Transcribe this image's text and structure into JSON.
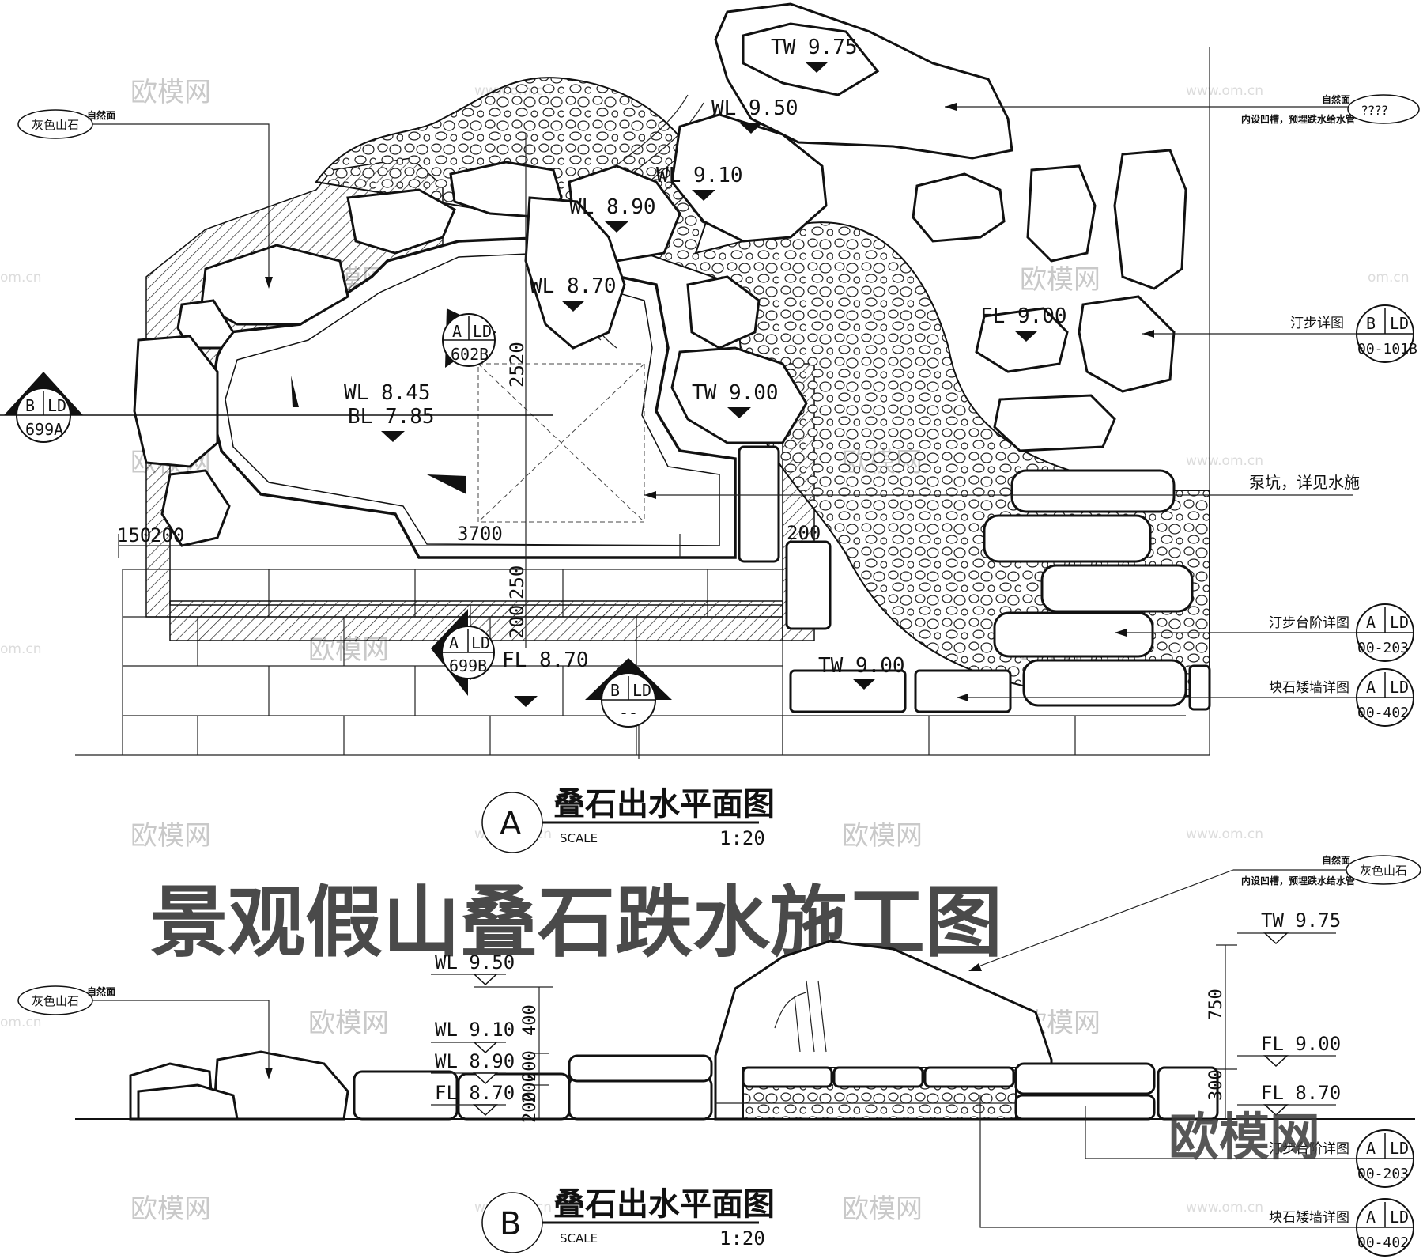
{
  "title": "景观假山叠石跌水施工图",
  "watermark": {
    "brand": "欧模网",
    "url": "www.om.cn",
    "url_short": "om.cn"
  },
  "plan": {
    "view_letter": "A",
    "name": "叠石出水平面图",
    "scale_label": "SCALE",
    "scale": "1:20",
    "levels": {
      "tw_top": "TW 9.75",
      "wl_950": "WL 9.50",
      "wl_910": "WL 9.10",
      "wl_890": "WL 8.90",
      "wl_870": "WL 8.70",
      "wl_845": "WL 8.45",
      "bl_785": "BL 7.85",
      "tw_900_right": "TW 9.00",
      "fl_900": "FL 9.00",
      "fl_870": "FL 8.70",
      "tw_900_bottom": "TW 9.00"
    },
    "dims": {
      "d_150": "150",
      "d_200": "200",
      "d_3700": "3700",
      "d_2520": "2520",
      "d_250": "250",
      "d_200v": "200",
      "d_200r": "200"
    },
    "callouts": {
      "stone_grey": "灰色山石",
      "natural_face": "自然面",
      "natural_face_r": "自然面",
      "groove_note": "内设凹槽，预埋跌水给水管",
      "unknown": "????",
      "stepping_detail": "汀步详图",
      "pump_pit": "泵坑，详见水施",
      "step_stair_detail": "汀步台阶详图",
      "block_wall_detail": "块石矮墙详图"
    },
    "tags": {
      "left_sec": {
        "top": "B",
        "mid": "LD",
        "bot": "699A"
      },
      "center_sec": {
        "top": "A",
        "mid": "LD",
        "bot": "602B"
      },
      "bottom_sec": {
        "top": "A",
        "mid": "LD",
        "bot": "699B"
      },
      "bottom_sec2": {
        "top": "B",
        "mid": "LD",
        "bot": "--"
      },
      "r1": {
        "top": "B",
        "mid": "LD",
        "bot": "00-101B"
      },
      "r2": {
        "top": "A",
        "mid": "LD",
        "bot": "00-203"
      },
      "r3": {
        "top": "A",
        "mid": "LD",
        "bot": "00-402"
      }
    }
  },
  "elevation": {
    "view_letter": "B",
    "name": "叠石出水平面图",
    "scale_label": "SCALE",
    "scale": "1:20",
    "levels": {
      "wl_950": "WL 9.50",
      "wl_910": "WL 9.10",
      "wl_890": "WL 8.90",
      "fl_870": "FL 8.70",
      "tw_975": "TW 9.75",
      "fl_900": "FL 9.00",
      "fl_870r": "FL 8.70"
    },
    "dims": {
      "d_400": "400",
      "d_200a": "200",
      "d_200b": "200",
      "d_200c": "200",
      "d_750": "750",
      "d_300": "300"
    },
    "callouts": {
      "stone_grey_l": "灰色山石",
      "natural_face_l": "自然面",
      "stone_grey_r": "灰色山石",
      "natural_face_r": "自然面",
      "groove_note": "内设凹槽，预埋跌水给水管",
      "step_stair_detail": "汀步台阶详图",
      "block_wall_detail": "块石矮墙详图"
    },
    "tags": {
      "r2": {
        "top": "A",
        "mid": "LD",
        "bot": "00-203"
      },
      "r3": {
        "top": "A",
        "mid": "LD",
        "bot": "00-402"
      }
    }
  }
}
